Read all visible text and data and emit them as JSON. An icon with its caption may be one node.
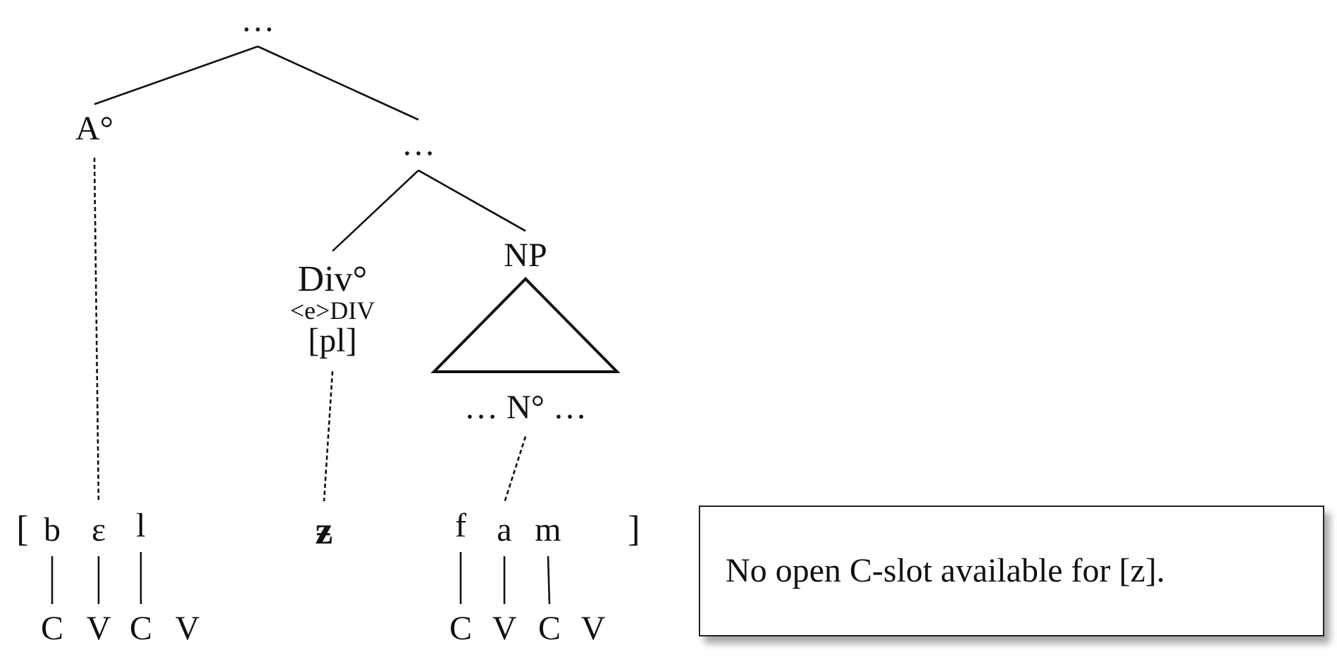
{
  "diagram": {
    "nodes": [
      {
        "text": [
          "…"
        ]
      },
      {
        "text": [
          "A°"
        ]
      },
      {
        "text": [
          "…"
        ]
      },
      {
        "text": [
          "Div°",
          "<e>DIV",
          "[pl]"
        ]
      },
      {
        "text": [
          "NP"
        ]
      },
      {
        "text": [
          "… N° …"
        ]
      },
      {
        "text": [
          "b"
        ]
      },
      {
        "text": [
          "ε"
        ]
      },
      {
        "text": [
          "l"
        ]
      },
      {
        "text": [
          "ƶ"
        ]
      },
      {
        "text": [
          "f"
        ]
      },
      {
        "text": [
          "a"
        ]
      },
      {
        "text": [
          "m"
        ]
      },
      {
        "text": [
          "No open C-slot available for [z]."
        ]
      },
      {
        "text": [
          "C"
        ]
      },
      {
        "text": [
          "V"
        ]
      },
      {
        "text": [
          "C"
        ]
      },
      {
        "text": [
          "V"
        ]
      },
      {
        "text": [
          "C"
        ]
      },
      {
        "text": [
          "V"
        ]
      },
      {
        "text": [
          "C"
        ]
      },
      {
        "text": [
          "V"
        ]
      }
    ],
    "edges": [
      {
        "from": 0,
        "to": 1,
        "arrow": "none"
      },
      {
        "from": 0,
        "to": 2,
        "arrow": "none"
      },
      {
        "from": 2,
        "to": 3,
        "arrow": "none"
      },
      {
        "from": 2,
        "to": 4,
        "arrow": "none"
      },
      {
        "from": 4,
        "to": 5,
        "arrow": "none"
      },
      {
        "from": 1,
        "to": 7,
        "arrow": "none",
        "style": "dashed"
      },
      {
        "from": 3,
        "to": 9,
        "arrow": "none",
        "style": "dashed"
      },
      {
        "from": 5,
        "to": 11,
        "arrow": "none",
        "style": "dashed"
      },
      {
        "from": 6,
        "to": 14,
        "arrow": "none"
      },
      {
        "from": 7,
        "to": 15,
        "arrow": "none"
      },
      {
        "from": 8,
        "to": 16,
        "arrow": "none"
      },
      {
        "from": 10,
        "to": 18,
        "arrow": "none"
      },
      {
        "from": 11,
        "to": 19,
        "arrow": "none"
      },
      {
        "from": 12,
        "to": 20,
        "arrow": "none"
      }
    ],
    "labels": [
      "[",
      "]"
    ]
  }
}
